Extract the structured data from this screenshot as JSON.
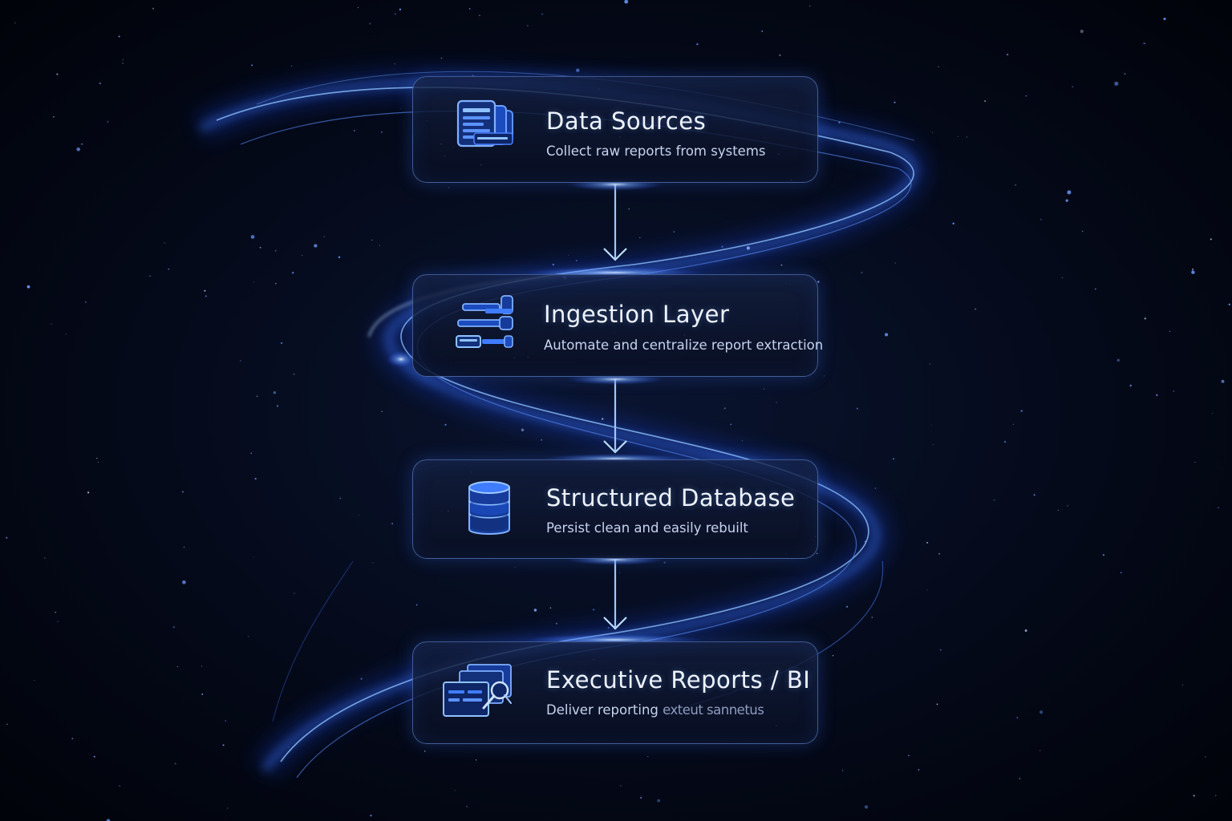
{
  "steps": [
    {
      "title": "Data Sources",
      "subtitle": "Collect raw reports from systems",
      "icon": "document-stack-icon"
    },
    {
      "title": "Ingestion Layer",
      "subtitle": "Automate and centralize report extraction",
      "icon": "pipeline-icon"
    },
    {
      "title": "Structured Database",
      "subtitle": "Persist clean and easily rebuilt",
      "icon": "database-icon"
    },
    {
      "title": "Executive Reports / BI",
      "subtitle": "Deliver reporting",
      "subtitle_faded": "exteut sannetus",
      "icon": "magnifier-report-icon"
    }
  ],
  "colors": {
    "background": "#02050f",
    "accent": "#3d7bff",
    "glow": "#8fc2ff"
  }
}
